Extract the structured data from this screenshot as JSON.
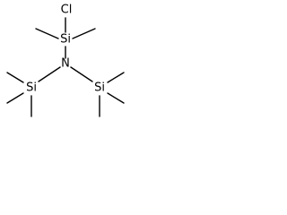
{
  "molecule": {
    "atoms": {
      "chlorine": "Cl",
      "silicon_top": "Si",
      "nitrogen": "N",
      "silicon_left": "Si",
      "silicon_right": "Si"
    },
    "colors": {
      "bond": "#000000",
      "label": "#000000",
      "background": "#ffffff"
    }
  }
}
